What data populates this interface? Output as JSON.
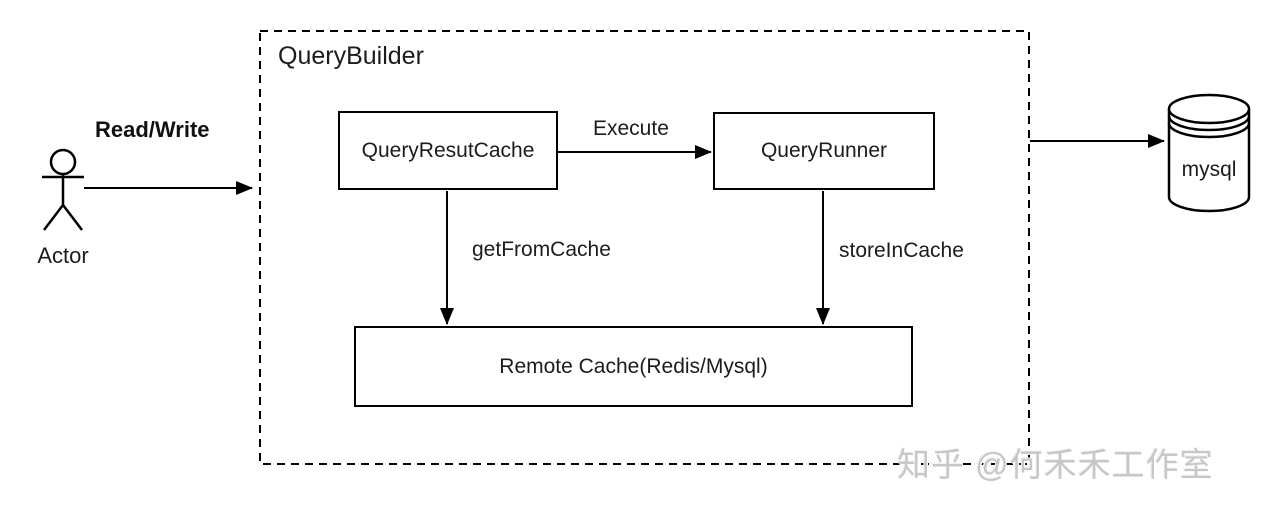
{
  "diagram": {
    "actor": {
      "label": "Actor"
    },
    "edges": {
      "read_write": "Read/Write",
      "execute": "Execute",
      "get_from_cache": "getFromCache",
      "store_in_cache": "storeInCache"
    },
    "query_builder": {
      "title": "QueryBuilder"
    },
    "nodes": {
      "query_result_cache": "QueryResutCache",
      "query_runner": "QueryRunner",
      "remote_cache": "Remote Cache(Redis/Mysql)",
      "mysql_db": "mysql"
    },
    "watermark": "知乎 @何禾禾工作室",
    "colors": {
      "line": "#000000",
      "text": "#1c1c1c",
      "watermark": "#c7c7c7",
      "background": "#ffffff"
    }
  }
}
